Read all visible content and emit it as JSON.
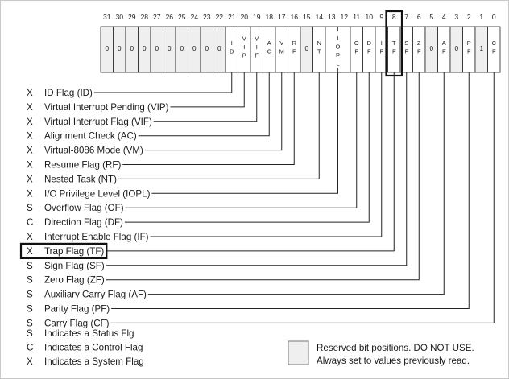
{
  "bit_numbers": [
    "31",
    "30",
    "29",
    "28",
    "27",
    "26",
    "25",
    "24",
    "23",
    "22",
    "21",
    "20",
    "19",
    "18",
    "17",
    "16",
    "15",
    "14",
    "13",
    "12",
    "11",
    "10",
    "9",
    "8",
    "7",
    "6",
    "5",
    "4",
    "3",
    "2",
    "1",
    "0"
  ],
  "register_cells": [
    {
      "bit": "31",
      "text": "0",
      "reserved": true
    },
    {
      "bit": "30",
      "text": "0",
      "reserved": true
    },
    {
      "bit": "29",
      "text": "0",
      "reserved": true
    },
    {
      "bit": "28",
      "text": "0",
      "reserved": true
    },
    {
      "bit": "27",
      "text": "0",
      "reserved": true
    },
    {
      "bit": "26",
      "text": "0",
      "reserved": true
    },
    {
      "bit": "25",
      "text": "0",
      "reserved": true
    },
    {
      "bit": "24",
      "text": "0",
      "reserved": true
    },
    {
      "bit": "23",
      "text": "0",
      "reserved": true
    },
    {
      "bit": "22",
      "text": "0",
      "reserved": true
    },
    {
      "bit": "21",
      "text": "ID",
      "reserved": false
    },
    {
      "bit": "20",
      "text": "VIP",
      "reserved": false
    },
    {
      "bit": "19",
      "text": "VIF",
      "reserved": false
    },
    {
      "bit": "18",
      "text": "AC",
      "reserved": false
    },
    {
      "bit": "17",
      "text": "VM",
      "reserved": false
    },
    {
      "bit": "16",
      "text": "RF",
      "reserved": false
    },
    {
      "bit": "15",
      "text": "0",
      "reserved": true
    },
    {
      "bit": "14",
      "text": "NT",
      "reserved": false
    },
    {
      "bit": "13",
      "text": "IOPL",
      "reserved": false
    },
    {
      "bit": "12",
      "text": "",
      "reserved": false
    },
    {
      "bit": "11",
      "text": "OF",
      "reserved": false
    },
    {
      "bit": "10",
      "text": "DF",
      "reserved": false
    },
    {
      "bit": "9",
      "text": "IF",
      "reserved": false
    },
    {
      "bit": "8",
      "text": "TF",
      "reserved": false
    },
    {
      "bit": "7",
      "text": "SF",
      "reserved": false
    },
    {
      "bit": "6",
      "text": "ZF",
      "reserved": false
    },
    {
      "bit": "5",
      "text": "0",
      "reserved": true
    },
    {
      "bit": "4",
      "text": "AF",
      "reserved": false
    },
    {
      "bit": "3",
      "text": "0",
      "reserved": true
    },
    {
      "bit": "2",
      "text": "PF",
      "reserved": false
    },
    {
      "bit": "1",
      "text": "1",
      "reserved": true
    },
    {
      "bit": "0",
      "text": "CF",
      "reserved": false
    }
  ],
  "flags": [
    {
      "type": "X",
      "label": "ID Flag (ID)",
      "bit": "21"
    },
    {
      "type": "X",
      "label": "Virtual Interrupt Pending (VIP)",
      "bit": "20"
    },
    {
      "type": "X",
      "label": "Virtual Interrupt Flag (VIF)",
      "bit": "19"
    },
    {
      "type": "X",
      "label": "Alignment Check (AC)",
      "bit": "18"
    },
    {
      "type": "X",
      "label": "Virtual-8086 Mode (VM)",
      "bit": "17"
    },
    {
      "type": "X",
      "label": "Resume Flag (RF)",
      "bit": "16"
    },
    {
      "type": "X",
      "label": "Nested Task (NT)",
      "bit": "14"
    },
    {
      "type": "X",
      "label": "I/O Privilege Level (IOPL)",
      "bit": "12.5"
    },
    {
      "type": "S",
      "label": "Overflow Flag (OF)",
      "bit": "11"
    },
    {
      "type": "C",
      "label": "Direction Flag (DF)",
      "bit": "10"
    },
    {
      "type": "X",
      "label": "Interrupt Enable Flag (IF)",
      "bit": "9"
    },
    {
      "type": "X",
      "label": "Trap Flag (TF)",
      "bit": "8"
    },
    {
      "type": "S",
      "label": "Sign Flag (SF)",
      "bit": "7"
    },
    {
      "type": "S",
      "label": "Zero Flag (ZF)",
      "bit": "6"
    },
    {
      "type": "S",
      "label": "Auxiliary Carry Flag (AF)",
      "bit": "4"
    },
    {
      "type": "S",
      "label": "Parity Flag (PF)",
      "bit": "2"
    },
    {
      "type": "S",
      "label": "Carry Flag (CF)",
      "bit": "0"
    }
  ],
  "highlight_bit": "8",
  "highlight_flag": "Trap Flag (TF)",
  "key": [
    {
      "symbol": "S",
      "text": "Indicates a Status Flg"
    },
    {
      "symbol": "C",
      "text": "Indicates a Control Flag"
    },
    {
      "symbol": "X",
      "text": "Indicates a System Flag"
    }
  ],
  "reserved_note": [
    "Reserved bit positions. DO NOT USE.",
    "Always set to values previously read."
  ],
  "colors": {
    "reserved_fill": "#efefef",
    "line": "#222222",
    "text": "#1a1a1a"
  }
}
